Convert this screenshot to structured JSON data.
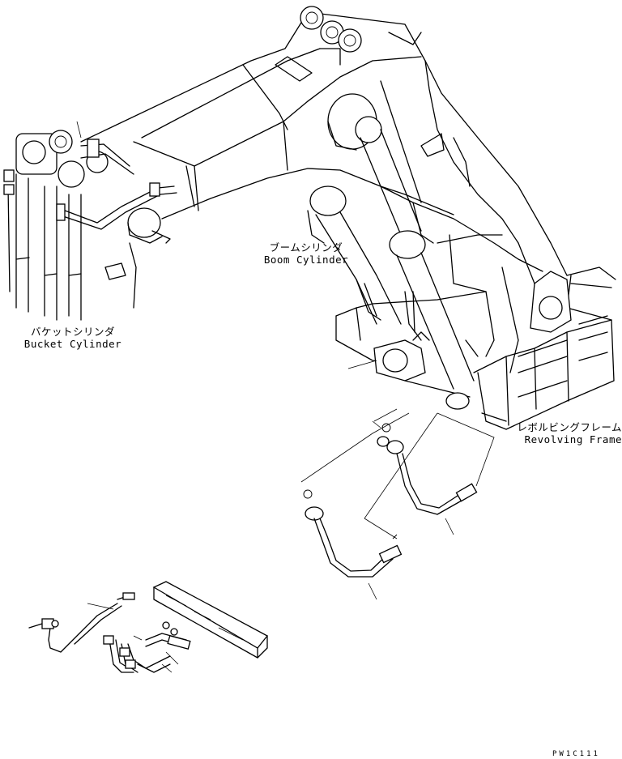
{
  "labels": {
    "bucket_cylinder": {
      "ja": "バケットシリンダ",
      "en": "Bucket Cylinder"
    },
    "boom_cylinder": {
      "ja": "ブームシリンダ",
      "en": "Boom Cylinder"
    },
    "revolving_frame": {
      "ja": "レボルビングフレーム",
      "en": "Revolving Frame"
    }
  },
  "drawing_code": "PW1C111"
}
